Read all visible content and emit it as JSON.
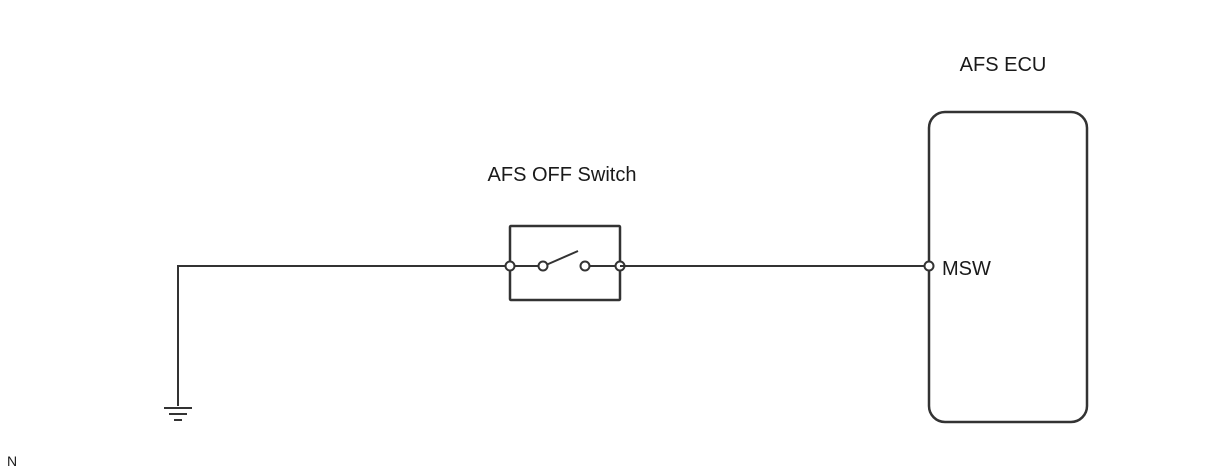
{
  "ecu": {
    "title": "AFS ECU",
    "terminal_label": "MSW"
  },
  "switch": {
    "title": "AFS OFF Switch"
  },
  "footer": {
    "mark": "N"
  }
}
